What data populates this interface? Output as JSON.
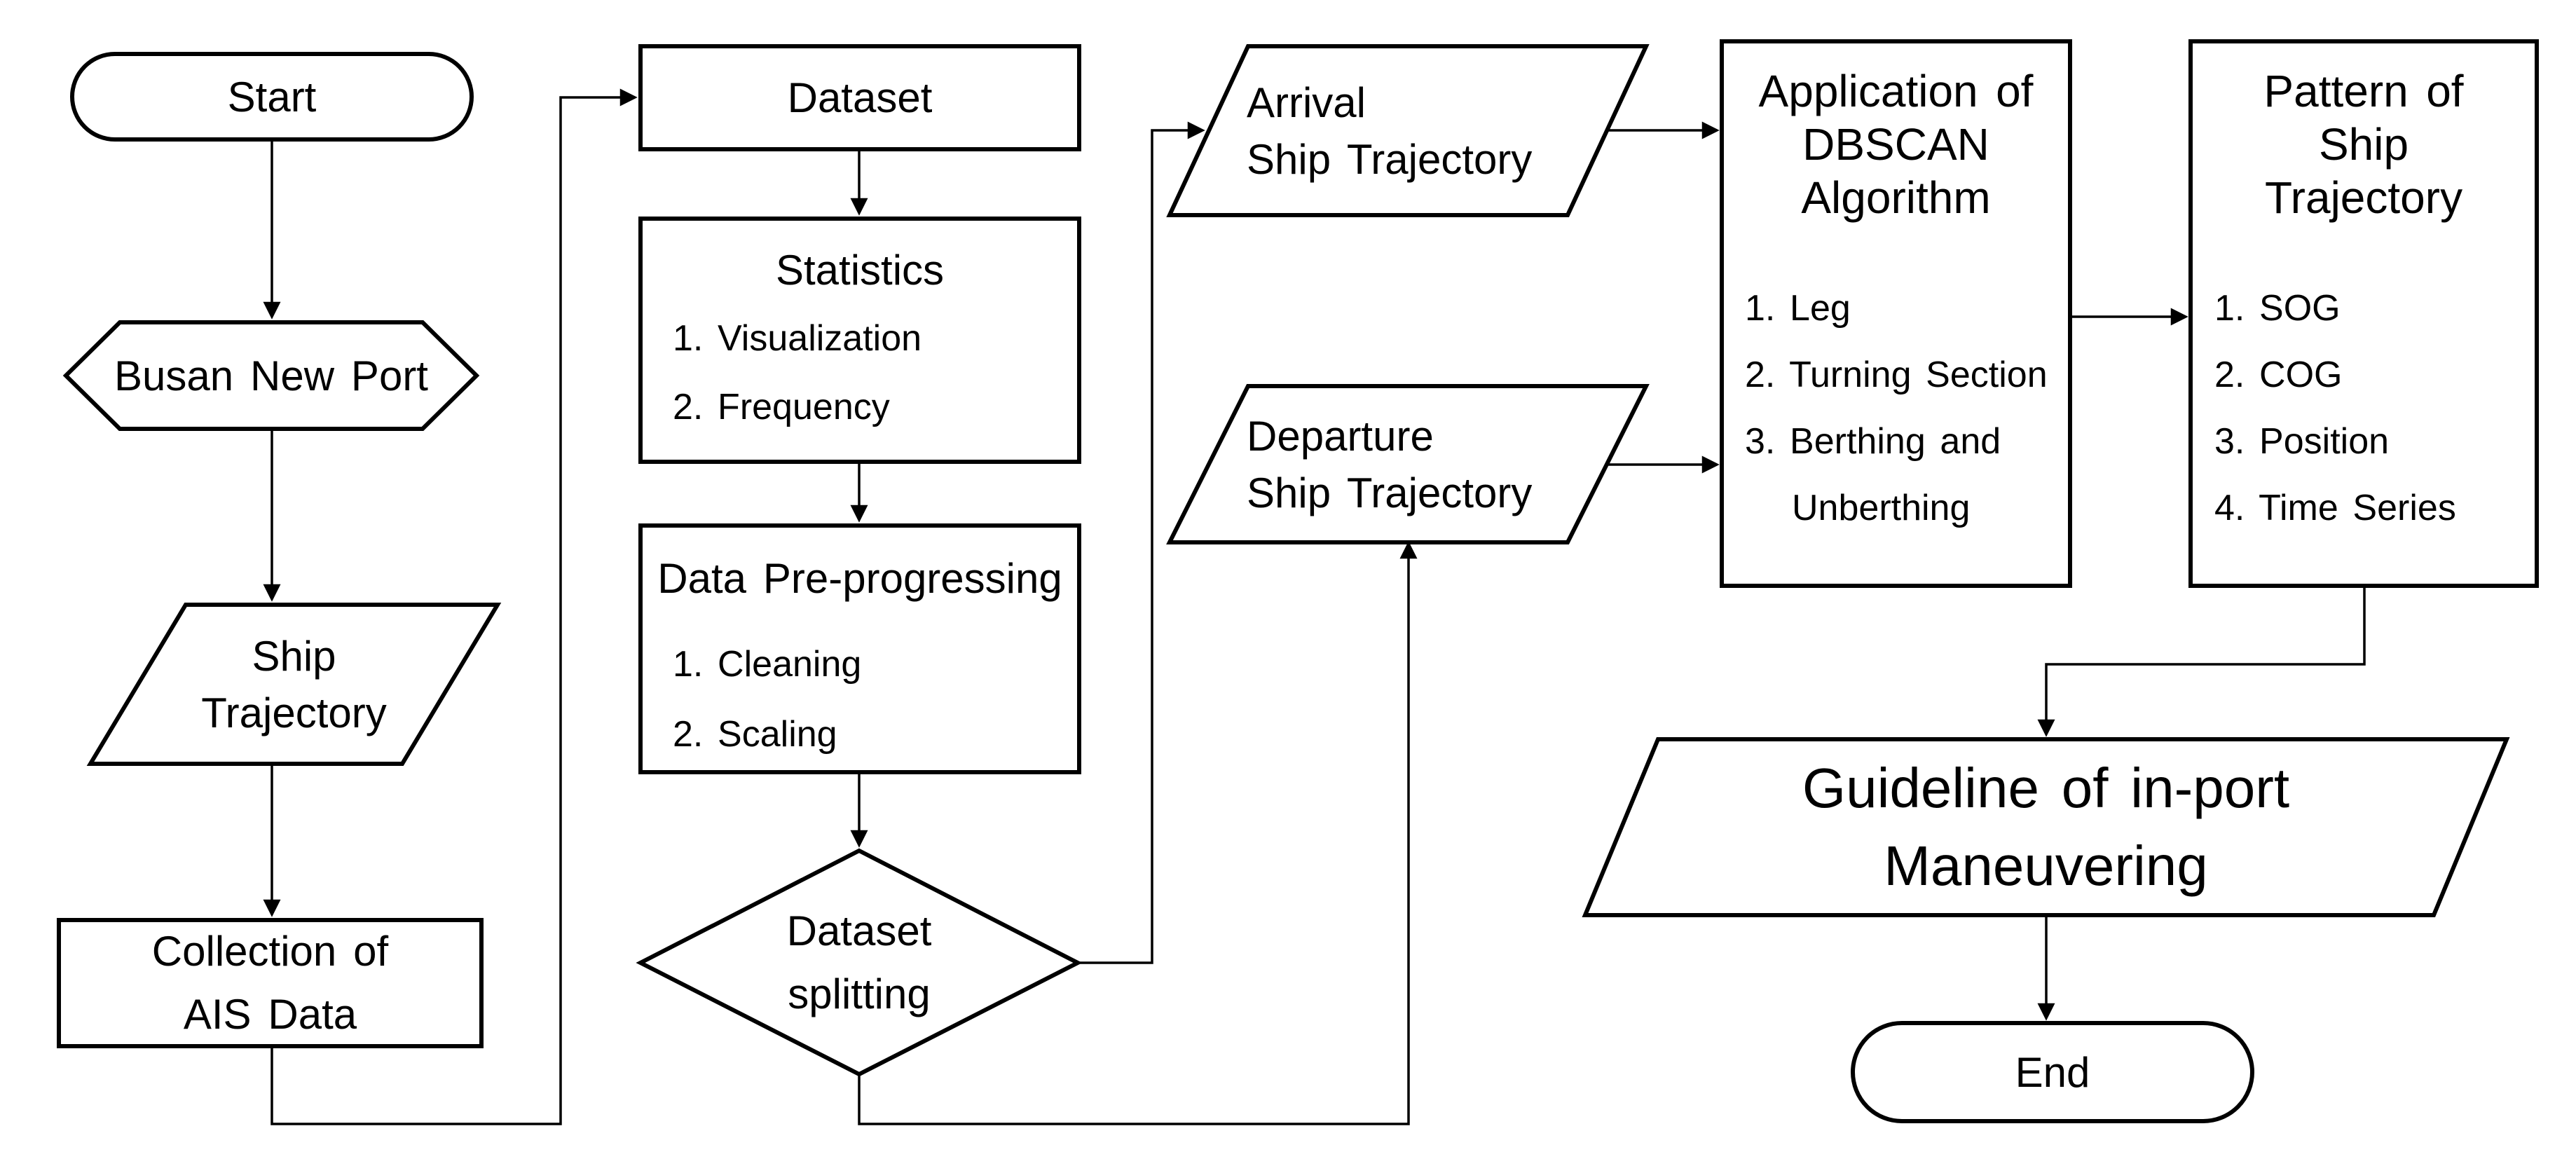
{
  "diagram": {
    "background": "#ffffff",
    "shape_fill": "#ffffff",
    "stroke_color": "#000000",
    "text_color": "#000000",
    "nodes": {
      "start": {
        "shape": "terminator",
        "label": "Start"
      },
      "busan_new_port": {
        "shape": "preparation-hexagon",
        "label": "Busan New Port"
      },
      "ship_trajectory": {
        "shape": "data-parallelogram",
        "label": "Ship\nTrajectory"
      },
      "collection_of_ais_data": {
        "shape": "process-rectangle",
        "label": "Collection of\nAIS Data"
      },
      "dataset": {
        "shape": "process-rectangle",
        "label": "Dataset"
      },
      "statistics": {
        "shape": "process-rectangle",
        "title": "Statistics",
        "items": [
          "1. Visualization",
          "2. Frequency"
        ]
      },
      "data_pre_progressing": {
        "shape": "process-rectangle",
        "title": "Data Pre-progressing",
        "items": [
          "1. Cleaning",
          "2. Scaling"
        ]
      },
      "dataset_splitting": {
        "shape": "decision-diamond",
        "label": "Dataset\nsplitting"
      },
      "arrival_ship_trajectory": {
        "shape": "data-parallelogram",
        "label": "Arrival\nShip Trajectory"
      },
      "departure_ship_trajectory": {
        "shape": "data-parallelogram",
        "label": "Departure\nShip Trajectory"
      },
      "application_of_dbscan": {
        "shape": "process-rectangle",
        "title": "Application of\nDBSCAN\nAlgorithm",
        "items": [
          "1. Leg",
          "2. Turning Section",
          "3. Berthing and",
          "Unberthing"
        ]
      },
      "pattern_of_ship_trajectory": {
        "shape": "process-rectangle",
        "title": "Pattern of\nShip\nTrajectory",
        "items": [
          "1. SOG",
          "2. COG",
          "3. Position",
          "4. Time Series"
        ]
      },
      "guideline_of_in_port_maneuvering": {
        "shape": "data-parallelogram",
        "label": "Guideline of in-port\nManeuvering"
      },
      "end": {
        "shape": "terminator",
        "label": "End"
      }
    }
  }
}
